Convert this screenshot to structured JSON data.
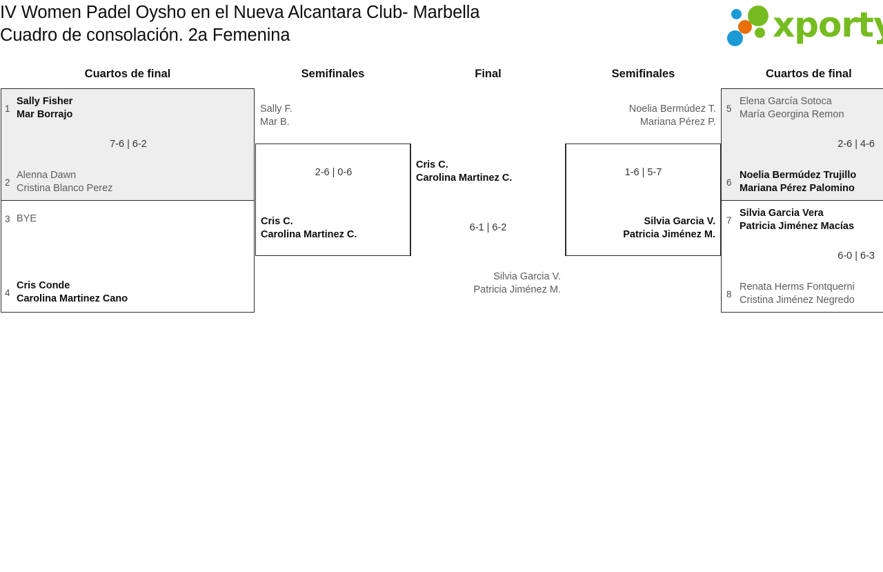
{
  "header": {
    "title_line1": "IV Women Padel Oysho en el Nueva Alcantara Club- Marbella",
    "title_line2": "Cuadro de consolación. 2a Femenina",
    "logo_text": "xporty",
    "logo_colors": {
      "green": "#76bc21",
      "blue": "#1b9ad6",
      "orange": "#e8700a"
    }
  },
  "bracket": {
    "round_headers": [
      {
        "label": "Cuartos de final",
        "side": "left"
      },
      {
        "label": "Semifinales",
        "side": "left"
      },
      {
        "label": "Final",
        "side": "center"
      },
      {
        "label": "Semifinales",
        "side": "right"
      },
      {
        "label": "Cuartos de final",
        "side": "right"
      }
    ],
    "left_quarterfinals": [
      {
        "score": "7-6 | 6-2",
        "shaded": true,
        "teams": [
          {
            "seed": "1",
            "line1": "Sally Fisher",
            "line2": "Mar Borrajo",
            "result": "winner"
          },
          {
            "seed": "2",
            "line1": "Alenna Dawn",
            "line2": "Cristina Blanco Perez",
            "result": "loser"
          }
        ]
      },
      {
        "score": "",
        "shaded": false,
        "teams": [
          {
            "seed": "3",
            "line1": "BYE",
            "line2": "",
            "result": "loser"
          },
          {
            "seed": "4",
            "line1": "Cris Conde",
            "line2": "Carolina Martinez Cano",
            "result": "winner"
          }
        ]
      }
    ],
    "left_semifinal": {
      "score": "2-6 | 0-6",
      "teams": [
        {
          "line1": "Sally F.",
          "line2": "Mar B.",
          "result": "loser"
        },
        {
          "line1": "Cris C.",
          "line2": "Carolina Martinez C.",
          "result": "winner"
        }
      ]
    },
    "final": {
      "score": "6-1 | 6-2",
      "teams": [
        {
          "line1": "Cris C.",
          "line2": "Carolina Martinez C.",
          "result": "winner"
        },
        {
          "line1": "Silvia Garcia V.",
          "line2": "Patricia Jiménez M.",
          "result": "loser"
        }
      ]
    },
    "right_semifinal": {
      "score": "1-6 | 5-7",
      "teams": [
        {
          "line1": "Noelia Bermúdez T.",
          "line2": "Mariana Pérez P.",
          "result": "loser"
        },
        {
          "line1": "Silvia Garcia V.",
          "line2": "Patricia Jiménez M.",
          "result": "winner"
        }
      ]
    },
    "right_quarterfinals": [
      {
        "score": "2-6 | 4-6",
        "shaded": true,
        "teams": [
          {
            "seed": "5",
            "line1": "Elena García Sotoca",
            "line2": "María Georgina Remon",
            "result": "loser"
          },
          {
            "seed": "6",
            "line1": "Noelia Bermúdez Trujillo",
            "line2": "Mariana Pérez Palomino",
            "result": "winner"
          }
        ]
      },
      {
        "score": "6-0 | 6-3",
        "shaded": false,
        "teams": [
          {
            "seed": "7",
            "line1": "Silvia Garcia Vera",
            "line2": "Patricia Jiménez Macías",
            "result": "winner"
          },
          {
            "seed": "8",
            "line1": "Renata Herms Fontquerni",
            "line2": "Cristina Jiménez Negredo",
            "result": "loser"
          }
        ]
      }
    ]
  }
}
